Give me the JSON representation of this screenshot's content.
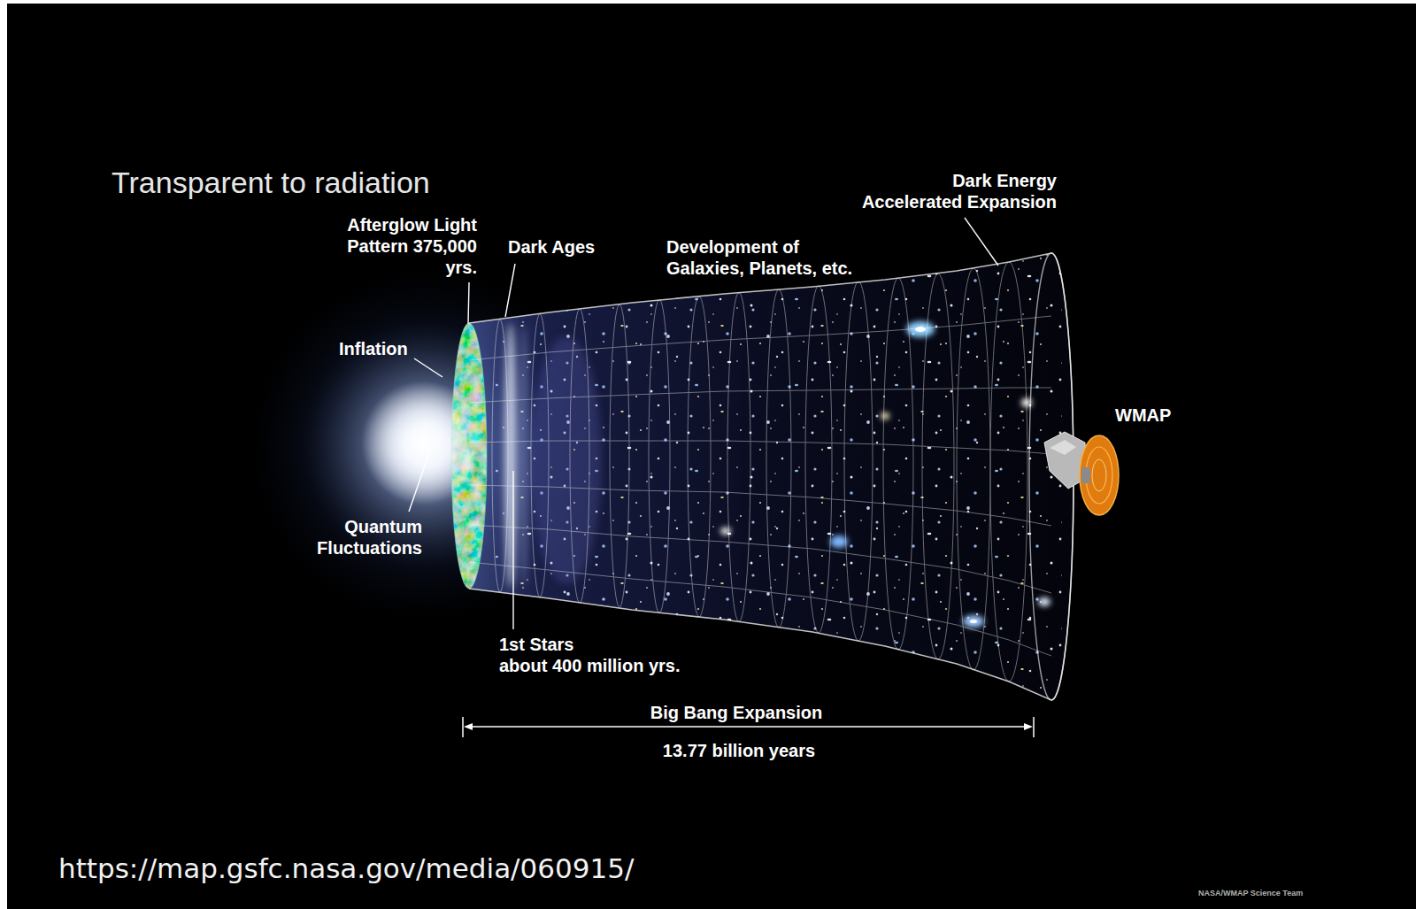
{
  "diagram": {
    "title": "Transparent to radiation",
    "caption": "https://map.gsfc.nasa.gov/media/060915/",
    "labels": [
      "Dark Energy Accelerated Expansion",
      "Afterglow Light Pattern 375,000 yrs.",
      "Dark Ages",
      "Development of Galaxies, Planets, etc.",
      "Inflation",
      "WMAP",
      "Quantum Fluctuations",
      "1st Stars about 400 million yrs.",
      "Big Bang Expansion",
      "13.77 billion years",
      "NASA/WMAP Science Team"
    ]
  }
}
